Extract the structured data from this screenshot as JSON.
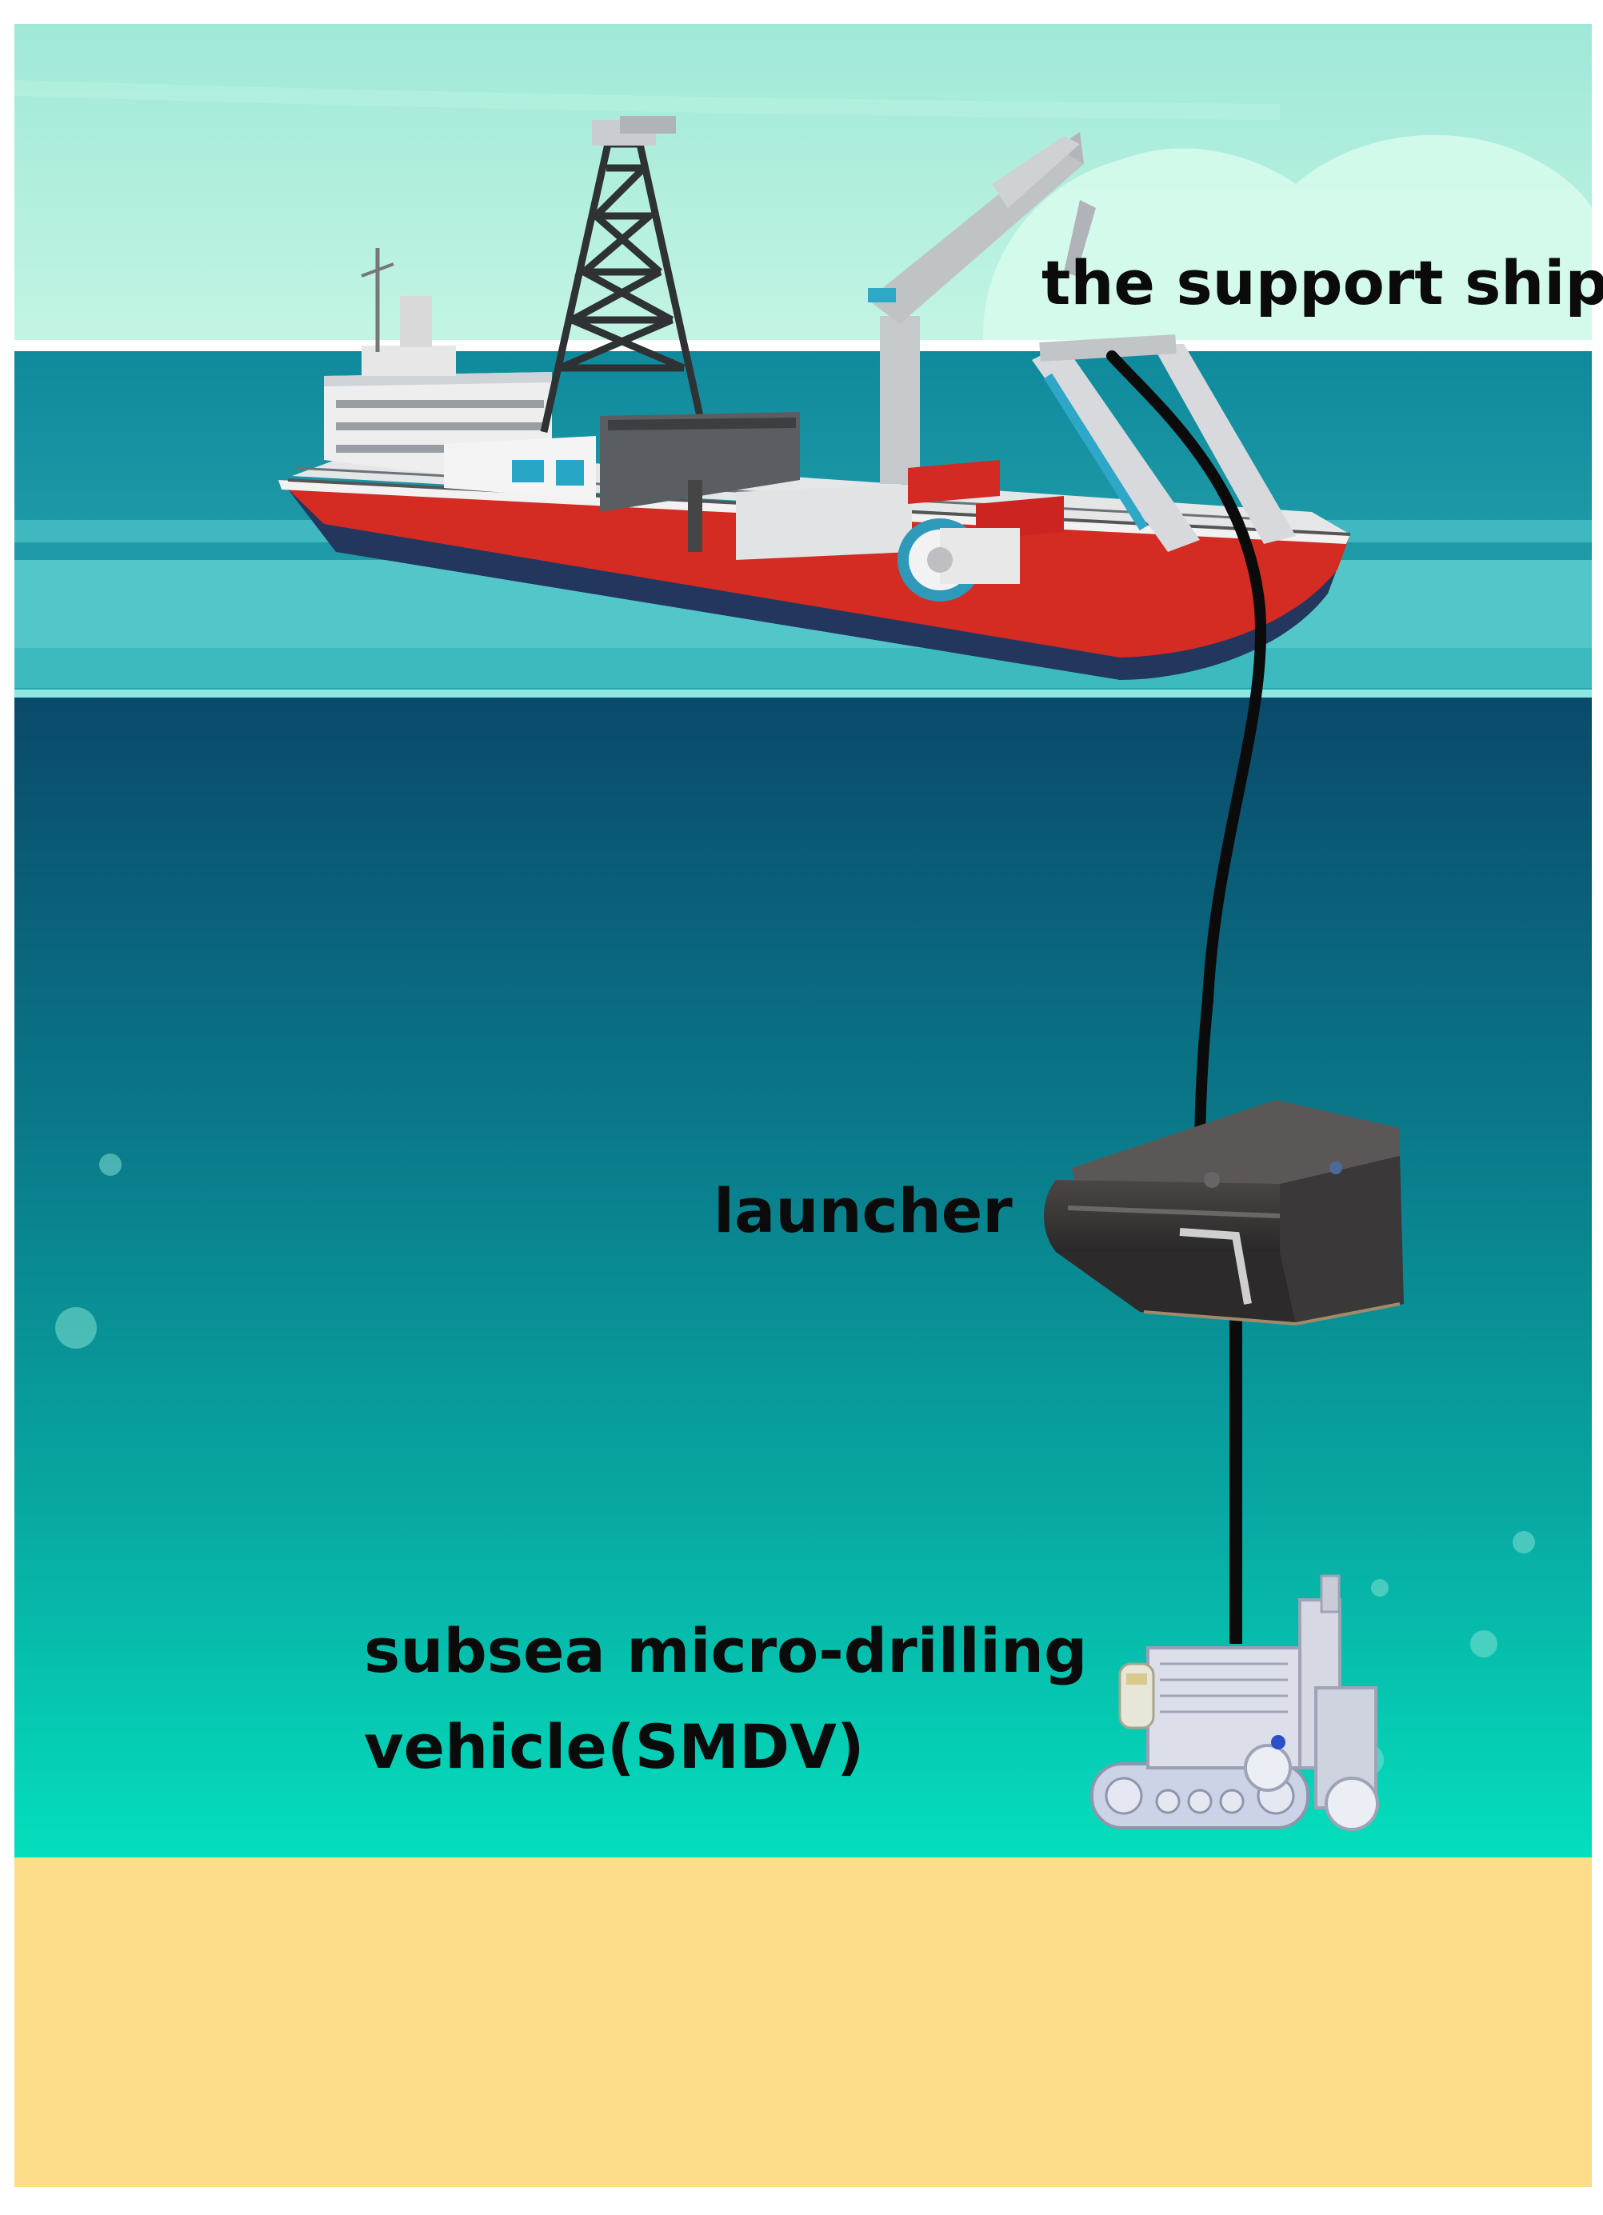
{
  "labels": {
    "support_ship": "the support ship",
    "launcher": "launcher",
    "smdv_line1": "subsea micro-drilling",
    "smdv_line2": "vehicle(SMDV)"
  },
  "colors": {
    "sky_top": "#9fe8d8",
    "sky_bottom": "#c4f5e4",
    "surface_water": "#2aa6b0",
    "deep_water_top": "#0a4c6b",
    "deep_water_mid": "#0b8f93",
    "deep_water_bottom": "#05dcbc",
    "seabed": "#fddc8a",
    "ship_hull_red": "#d32b22",
    "ship_hull_navy": "#23365e",
    "cable": "#0b0b0b"
  },
  "icons": [
    "support-ship-icon",
    "launcher-icon",
    "smdv-icon",
    "umbilical-cable",
    "bubble-icon"
  ]
}
